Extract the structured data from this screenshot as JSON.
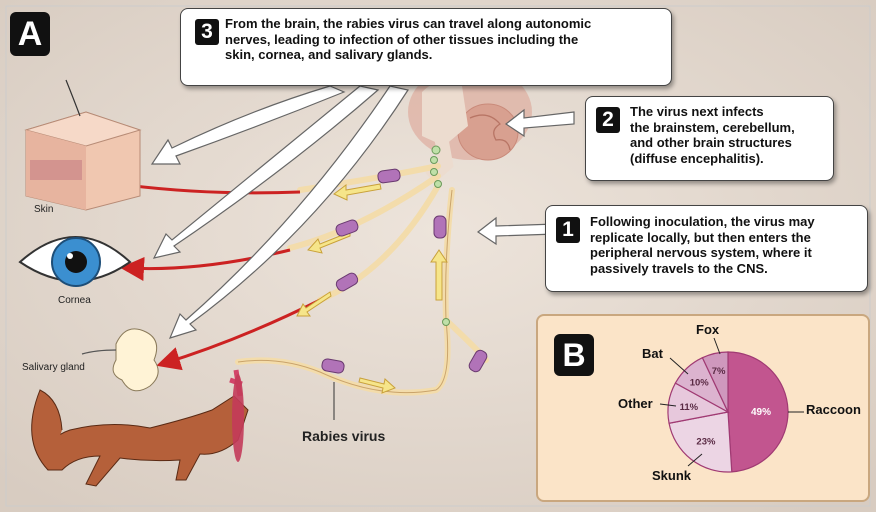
{
  "panel_a": {
    "letter": "A",
    "step1": {
      "number": "1",
      "text": "Following inoculation, the virus may\nreplicate locally, but then enters the\nperipheral nervous system, where it\npassively travels to the CNS."
    },
    "step2": {
      "number": "2",
      "text": "The virus next infects\nthe brainstem, cerebellum,\nand other brain structures\n(diffuse encephalitis)."
    },
    "step3": {
      "number": "3",
      "text": "From the brain, the rabies virus can travel along autonomic\nnerves, leading to infection of other tissues including the\nskin, cornea, and salivary glands."
    },
    "labels": {
      "skin": "Skin",
      "cornea": "Cornea",
      "salivary": "Salivary gland",
      "virus": "Rabies virus"
    }
  },
  "panel_b": {
    "letter": "B",
    "callouts": {
      "fox": "Fox",
      "bat": "Bat",
      "other": "Other",
      "skunk": "Skunk",
      "raccoon": "Raccoon"
    }
  },
  "chart_data": {
    "type": "pie",
    "categories": [
      "Raccoon",
      "Skunk",
      "Other",
      "Bat",
      "Fox"
    ],
    "values": [
      49,
      23,
      11,
      10,
      7
    ],
    "value_labels": [
      "49%",
      "23%",
      "11%",
      "10%",
      "7%"
    ],
    "colors": [
      "#c2558f",
      "#ecd5e4",
      "#e7c8dc",
      "#dcb3cf",
      "#cf98bd"
    ]
  },
  "colors": {
    "nerve": "#f3dcab",
    "arrow_red": "#cc2222",
    "arrow_yellow": "#f6e58a",
    "virus": "#b173b8",
    "pie_border": "#a03a73"
  }
}
